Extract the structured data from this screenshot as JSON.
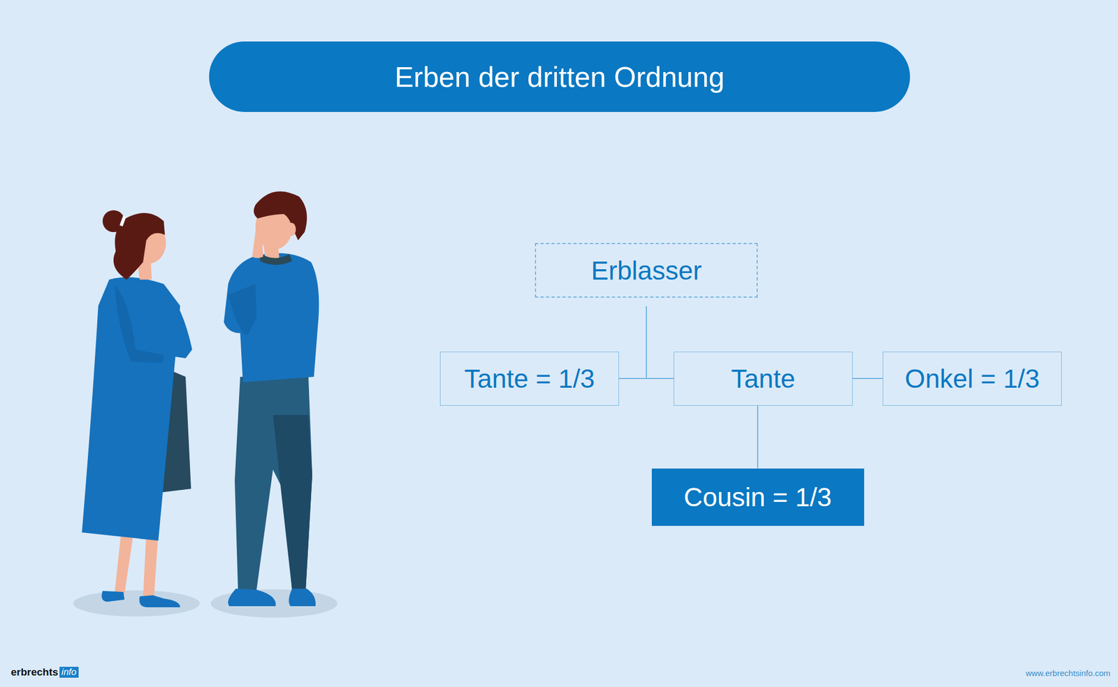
{
  "diagram": {
    "title": "Erben der dritten Ordnung",
    "nodes": [
      {
        "text": [
          "Erblasser"
        ]
      },
      {
        "text": [
          "Tante = 1/3"
        ]
      },
      {
        "text": [
          "Tante"
        ]
      },
      {
        "text": [
          "Onkel = 1/3"
        ]
      },
      {
        "text": [
          "Cousin = 1/3"
        ]
      }
    ],
    "edges": [
      {
        "from": 0,
        "to": 1,
        "arrow": "none"
      },
      {
        "from": 0,
        "to": 2,
        "arrow": "none"
      },
      {
        "from": 2,
        "to": 3,
        "arrow": "none"
      },
      {
        "from": 2,
        "to": 4,
        "arrow": "none"
      }
    ],
    "labels": [
      "erbrechts",
      "info",
      "www.erbrechtsinfo.com"
    ]
  }
}
